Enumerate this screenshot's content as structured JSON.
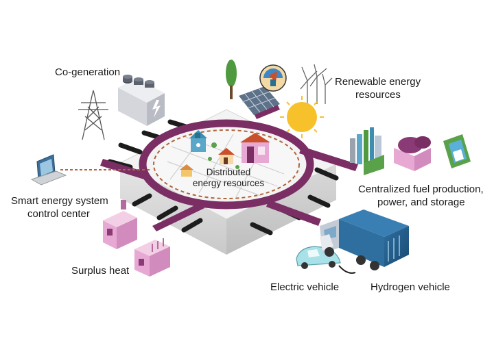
{
  "labels": {
    "cogeneration": "Co-generation",
    "renewable_line1": "Renewable energy",
    "renewable_line2": "resources",
    "smart_line1": "Smart energy system",
    "smart_line2": "control center",
    "centralized_line1": "Centralized fuel production,",
    "centralized_line2": "power, and storage",
    "surplus_heat": "Surplus heat",
    "electric_vehicle": "Electric vehicle",
    "hydrogen_vehicle": "Hydrogen vehicle",
    "distributed_line1": "Distributed",
    "distributed_line2": "energy resources"
  },
  "colors": {
    "ring": "#7a2e64",
    "platform_top": "#f2f2f2",
    "platform_side": "#d8d8d8",
    "dashed_line": "#b0643a",
    "accent_pink": "#e7a9d3",
    "accent_teal": "#3c8fb0",
    "sun": "#f6c12a"
  }
}
